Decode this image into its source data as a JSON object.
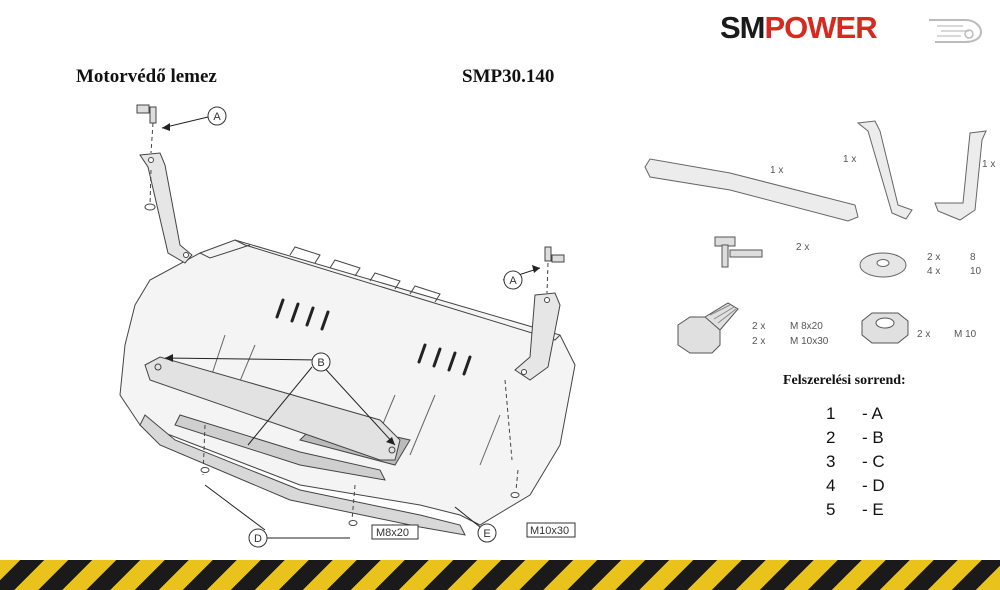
{
  "brand": {
    "part1": "SM",
    "part2": "POWER",
    "color_dark": "#1a1a1a",
    "color_red": "#d42a20"
  },
  "title_left": "Motorvédő lemez",
  "title_right": "SMP30.140",
  "callouts": {
    "a": "A",
    "b": "B",
    "d": "D",
    "e": "E",
    "bolt1": "M8x20",
    "bolt2": "M10x30"
  },
  "parts": {
    "bar": "1 x",
    "bracket1": "1 x",
    "bracket2": "1 x",
    "clip": "2 x",
    "washer_qty1": "2 x",
    "washer_qty2": "4 x",
    "washer_size1": "8",
    "washer_size2": "10",
    "bolt_qty1": "2 x",
    "bolt_qty2": "2 x",
    "bolt_size1": "M 8x20",
    "bolt_size2": "M 10x30",
    "nut_qty": "2 x",
    "nut_size": "M 10"
  },
  "order": {
    "heading": "Felszerelési sorrend:",
    "steps": [
      {
        "num": "1",
        "letter": "- A"
      },
      {
        "num": "2",
        "letter": "- B"
      },
      {
        "num": "3",
        "letter": "- C"
      },
      {
        "num": "4",
        "letter": "- D"
      },
      {
        "num": "5",
        "letter": "- E"
      }
    ]
  },
  "icons": [
    "logo-swoosh-icon",
    "bracket-icon",
    "bolt-icon",
    "nut-icon",
    "washer-icon",
    "clip-icon"
  ],
  "stripe_colors": {
    "yellow": "#e9c21b",
    "black": "#1a1a1a"
  }
}
